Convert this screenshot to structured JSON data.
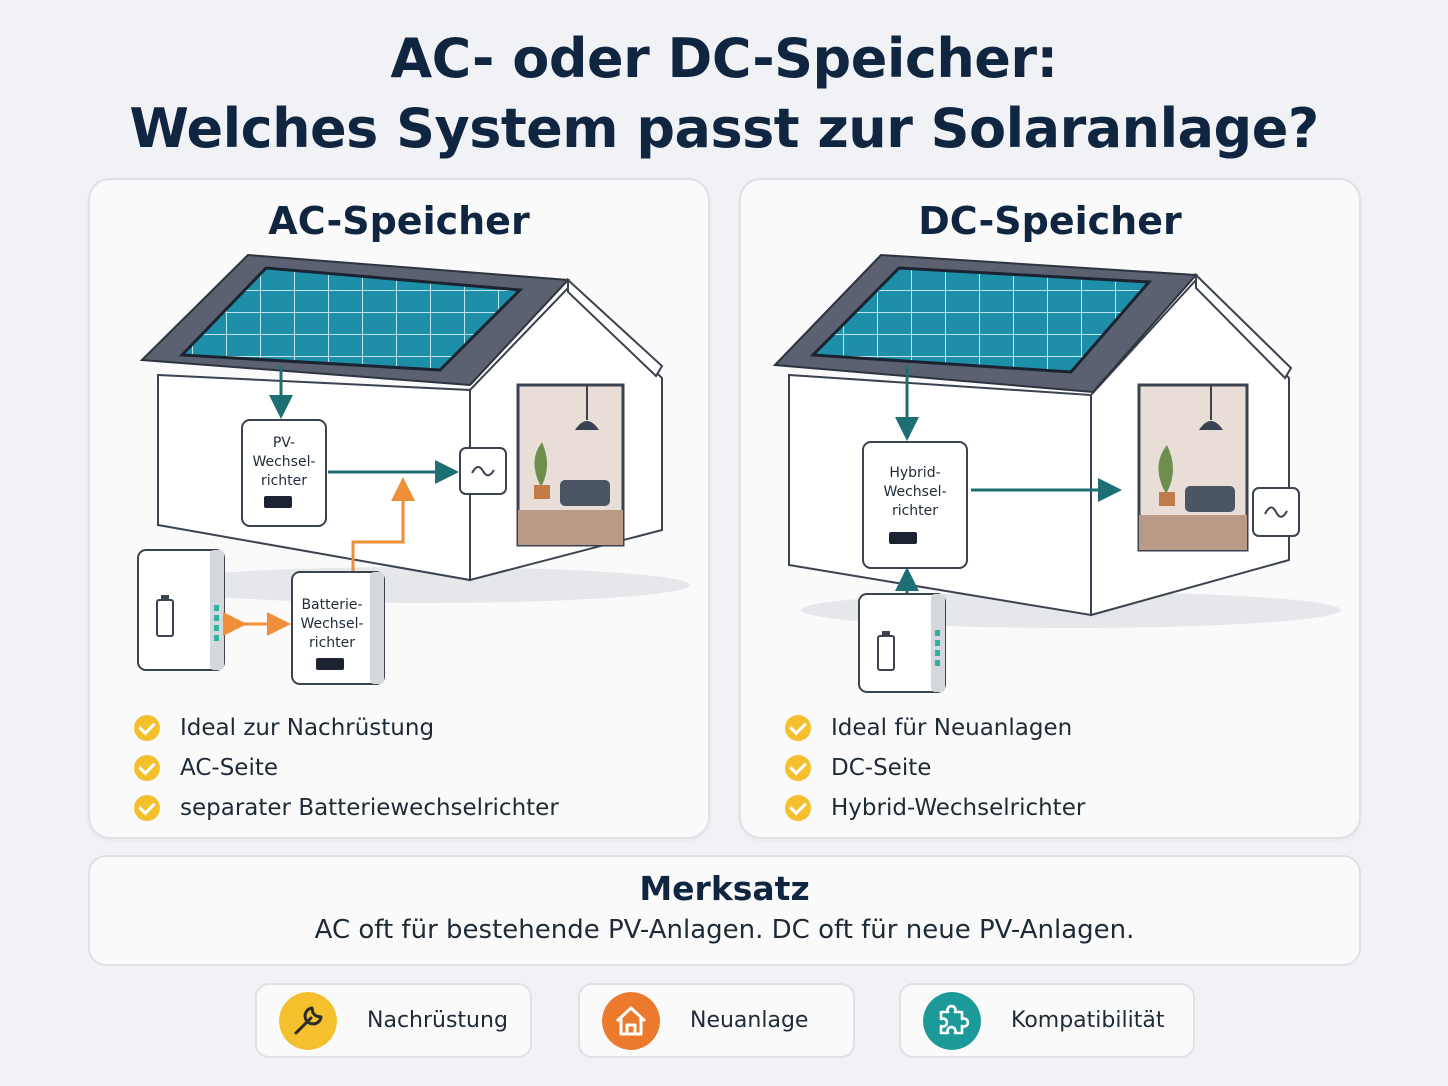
{
  "title": {
    "line1": "AC- oder DC-Speicher:",
    "line2": "Welches System passt zur Solaranlage?"
  },
  "ac": {
    "heading": "AC-Speicher",
    "inverter_label": [
      "PV-",
      "Wechsel-",
      "richter"
    ],
    "battery_inverter_label": [
      "Batterie-",
      "Wechsel-",
      "richter"
    ],
    "features": [
      "Ideal zur Nachrüstung",
      "AC-Seite",
      "separater Batteriewechselrichter"
    ]
  },
  "dc": {
    "heading": "DC-Speicher",
    "inverter_label": [
      "Hybrid-",
      "Wechsel-",
      "richter"
    ],
    "features": [
      "Ideal für Neuanlagen",
      "DC-Seite",
      "Hybrid-Wechselrichter"
    ]
  },
  "merksatz": {
    "title": "Merksatz",
    "text": "AC oft für bestehende PV-Anlagen. DC oft für neue PV-Anlagen."
  },
  "pills": [
    {
      "label": "Nachrüstung",
      "icon": "wrench-icon",
      "color": "#f5c02d"
    },
    {
      "label": "Neuanlage",
      "icon": "house-icon",
      "color": "#ec7a2c"
    },
    {
      "label": "Kompatibilität",
      "icon": "puzzle-icon",
      "color": "#1c9a9a"
    }
  ],
  "colors": {
    "teal_arrow": "#1d6f73",
    "orange_arrow": "#ef8f3a",
    "check": "#f5c02d",
    "panel": "#1e8fa8"
  }
}
